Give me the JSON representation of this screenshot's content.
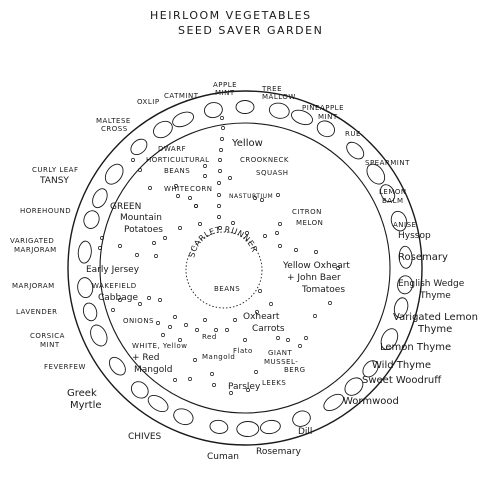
{
  "title": {
    "line1": "HEIRLOOM VEGETABLES",
    "line2": "SEED SAVER GARDEN"
  },
  "border_plants": {
    "oxlip": "OXLIP",
    "catmint": "CATMINT",
    "apple_mint_1": "APPLE",
    "apple_mint_2": "MINT",
    "tree_mallow_1": "TREE",
    "tree_mallow_2": "MALLOW",
    "pineapple_mint_1": "PINEAPPLE",
    "pineapple_mint_2": "MINT",
    "maltese_cross_1": "MALTESE",
    "maltese_cross_2": "CROSS",
    "rue": "RUE",
    "spearmint": "SPEARMINT",
    "curly_tansy_1": "CURLY LEAF",
    "curly_tansy_2": "TANSY",
    "lemon_balm_1": "LEMON",
    "lemon_balm_2": "BALM",
    "horehound": "HOREHOUND",
    "anise_hyssop_1": "ANISE",
    "anise_hyssop_2": "Hyssop",
    "var_marjoram_1": "VARIGATED",
    "var_marjoram_2": "MARJORAM",
    "rosemary_right": "Rosemary",
    "marjoram": "MARJORAM",
    "english_thyme_1": "English Wedge",
    "english_thyme_2": "Thyme",
    "lavender": "LAVENDER",
    "var_lemon_thyme_1": "Varigated Lemon",
    "var_lemon_thyme_2": "Thyme",
    "corsica_mint_1": "CORSICA",
    "corsica_mint_2": "MINT",
    "lemon_thyme": "Lemon Thyme",
    "feverfew": "FEVERFEW",
    "wild_thyme": "Wild Thyme",
    "sweet_woodruff": "Sweet Woodruff",
    "greek_myrtle_1": "Greek",
    "greek_myrtle_2": "Myrtle",
    "wormwood": "Wormwood",
    "chives": "CHIVES",
    "dill": "Dill",
    "cuman": "Cuman",
    "rosemary_bottom": "Rosemary"
  },
  "beds": {
    "dwarf_beans_1": "DWARF",
    "dwarf_beans_2": "HORTICULTURAL",
    "dwarf_beans_3": "BEANS",
    "squash_1": "Yellow",
    "squash_2": "CROOKNECK",
    "squash_3": "SQUASH",
    "white_corn_1": "WHITE",
    "white_corn_2": "CORN",
    "nasturtium": "NASTURTIUM",
    "potatoes_1": "GREEN",
    "potatoes_2": "Mountain",
    "potatoes_3": "Potatoes",
    "citron_1": "CITRON",
    "citron_2": "MELON",
    "scarlet_runner": "SCARLET RUNNER",
    "beans_center": "BEANS",
    "early_jersey": "Early Jersey",
    "wakefield": "WAKEFIELD",
    "cabbage": "Cabbage",
    "tomatoes_1": "Yellow Oxheart",
    "tomatoes_2": "+ John Baer",
    "tomatoes_3": "Tomatoes",
    "onions": "ONIONS",
    "oxheart_carrots_1": "Oxheart",
    "oxheart_carrots_2": "Carrots",
    "red_mangold_1": "Red",
    "red_mangold_2": "Mangold",
    "white_yellow_1": "WHITE, Yellow",
    "white_yellow_2": "+ Red",
    "white_yellow_3": "Mangold",
    "flato": "Flato",
    "giant_leeks_1": "GIANT",
    "giant_leeks_2": "MUSSEL-",
    "giant_leeks_3": "BERG",
    "giant_leeks_4": "LEEKS",
    "parsley": "Parsley"
  }
}
